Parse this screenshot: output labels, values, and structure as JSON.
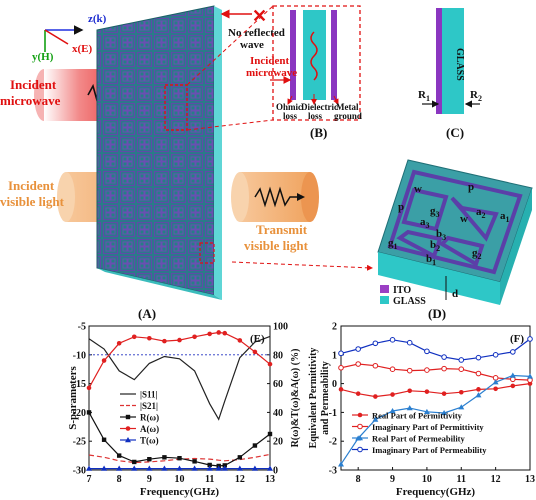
{
  "axes_text": {
    "z": "z(k)",
    "y": "y(H)",
    "x": "x(E)"
  },
  "panelA": {
    "label": "(A)",
    "incident_microwave": [
      "Incident",
      "microwave"
    ],
    "incident_visible": [
      "Incident",
      "visible light"
    ],
    "transmit_visible": [
      "Transmit",
      "visible light"
    ],
    "no_reflected": [
      "No reflected",
      "wave"
    ]
  },
  "panelB": {
    "label": "(B)",
    "incident_microwave": [
      "Incident",
      "microwave"
    ],
    "ohmic": [
      "Ohmic",
      "loss"
    ],
    "dielectric": [
      "Dielectric",
      "loss"
    ],
    "metal": [
      "Metal",
      "ground"
    ]
  },
  "panelC": {
    "label": "(C)",
    "glass": "GLASS",
    "r1": "R",
    "r1_sub": "1",
    "r2": "R",
    "r2_sub": "2"
  },
  "panelD": {
    "label": "(D)",
    "legend": [
      {
        "name": "ITO",
        "color": "#9b3fc4"
      },
      {
        "name": "GLASS",
        "color": "#2ec7c7"
      }
    ],
    "dims": {
      "w": "w",
      "p": "p",
      "a1": "a",
      "a1s": "1",
      "a2": "a",
      "a2s": "2",
      "a3": "a",
      "a3s": "3",
      "g1": "g",
      "g1s": "1",
      "g2": "g",
      "g2s": "2",
      "g3": "g",
      "g3s": "3",
      "b1": "b",
      "b1s": "1",
      "b2": "b",
      "b2s": "2",
      "b3": "b",
      "b3s": "3",
      "d": "d"
    }
  },
  "chart_data": [
    {
      "type": "line",
      "label": "(E)",
      "xlabel": "Frequency(GHz)",
      "ylabel_left": "S-parameters",
      "ylabel_right": "R(ω)&T(ω)&A(ω) (%)",
      "xlim": [
        7,
        13
      ],
      "ylim_left": [
        -30,
        -5
      ],
      "ylim_right": [
        0,
        100
      ],
      "xticks": [
        7,
        8,
        9,
        10,
        11,
        12,
        13
      ],
      "yticks_left": [
        -30,
        -25,
        -20,
        -15,
        -10,
        -5
      ],
      "yticks_right": [
        0,
        20,
        40,
        60,
        80,
        100
      ],
      "reference_line": {
        "axis": "right",
        "value": 80
      },
      "x": [
        7.0,
        7.5,
        8.0,
        8.5,
        9.0,
        9.5,
        10.0,
        10.5,
        11.0,
        11.3,
        11.5,
        12.0,
        12.5,
        13.0
      ],
      "series": [
        {
          "name": "|S11|",
          "axis": "left",
          "color": "#222222",
          "values": [
            -7.2,
            -9.0,
            -12.8,
            -14.3,
            -11.5,
            -10.3,
            -10.7,
            -12.8,
            -18.5,
            -21.2,
            -18.0,
            -10.5,
            -7.8,
            -6.8
          ]
        },
        {
          "name": "|S21|",
          "axis": "left",
          "color": "#dd3333",
          "values": [
            -27.4,
            -27.8,
            -28.4,
            -28.7,
            -28.6,
            -28.4,
            -28.1,
            -28.0,
            -28.1,
            -28.3,
            -28.4,
            -28.2,
            -27.8,
            -27.3
          ]
        },
        {
          "name": "R(ω)",
          "axis": "right",
          "color": "#111111",
          "values": [
            40.0,
            21.0,
            10.0,
            5.6,
            7.5,
            8.8,
            8.2,
            6.0,
            3.5,
            2.8,
            3.2,
            8.8,
            17.0,
            25.0
          ]
        },
        {
          "name": "A(ω)",
          "axis": "right",
          "color": "#e02020",
          "values": [
            57.0,
            76.0,
            88.0,
            92.5,
            91.5,
            89.5,
            90.2,
            92.5,
            94.5,
            95.5,
            95.0,
            90.0,
            82.0,
            73.5
          ]
        },
        {
          "name": "T(ω)",
          "axis": "right",
          "color": "#1030c0",
          "values": [
            1.0,
            1.0,
            1.0,
            1.0,
            1.0,
            1.0,
            1.0,
            1.0,
            1.0,
            1.0,
            1.0,
            1.0,
            1.0,
            1.0
          ]
        }
      ]
    },
    {
      "type": "line",
      "label": "(F)",
      "xlabel": "Frequency(GHz)",
      "ylabel": [
        "Equivalent Permittivity",
        "and Permeability"
      ],
      "xlim": [
        7.5,
        13
      ],
      "ylim": [
        -3,
        2
      ],
      "xticks": [
        8,
        9,
        10,
        11,
        12,
        13
      ],
      "yticks": [
        -3,
        -2,
        -1,
        0,
        1,
        2
      ],
      "x": [
        7.5,
        8.0,
        8.5,
        9.0,
        9.5,
        10.0,
        10.5,
        11.0,
        11.5,
        12.0,
        12.5,
        13.0
      ],
      "series": [
        {
          "name": "Real Part of Permittivity",
          "color": "#e02020",
          "marker": "filled-circle",
          "values": [
            -0.2,
            -0.35,
            -0.45,
            -0.38,
            -0.25,
            -0.28,
            -0.35,
            -0.3,
            -0.2,
            -0.18,
            -0.08,
            0.0
          ]
        },
        {
          "name": "Imaginary Part of Permittivity",
          "color": "#e02020",
          "marker": "open-circle",
          "values": [
            0.55,
            0.68,
            0.62,
            0.5,
            0.45,
            0.47,
            0.52,
            0.5,
            0.35,
            0.2,
            0.15,
            0.12
          ]
        },
        {
          "name": "Real Part of  Permeability",
          "color": "#2a7fd0",
          "marker": "filled-triangle",
          "values": [
            -2.8,
            -1.9,
            -1.25,
            -0.95,
            -0.85,
            -0.98,
            -1.02,
            -0.82,
            -0.4,
            0.05,
            0.28,
            0.25
          ]
        },
        {
          "name": "Imaginary Part of Permeability",
          "color": "#1030c0",
          "marker": "open-circle",
          "values": [
            1.05,
            1.2,
            1.4,
            1.52,
            1.42,
            1.12,
            0.92,
            0.82,
            0.9,
            1.0,
            1.1,
            1.55
          ]
        }
      ]
    }
  ]
}
